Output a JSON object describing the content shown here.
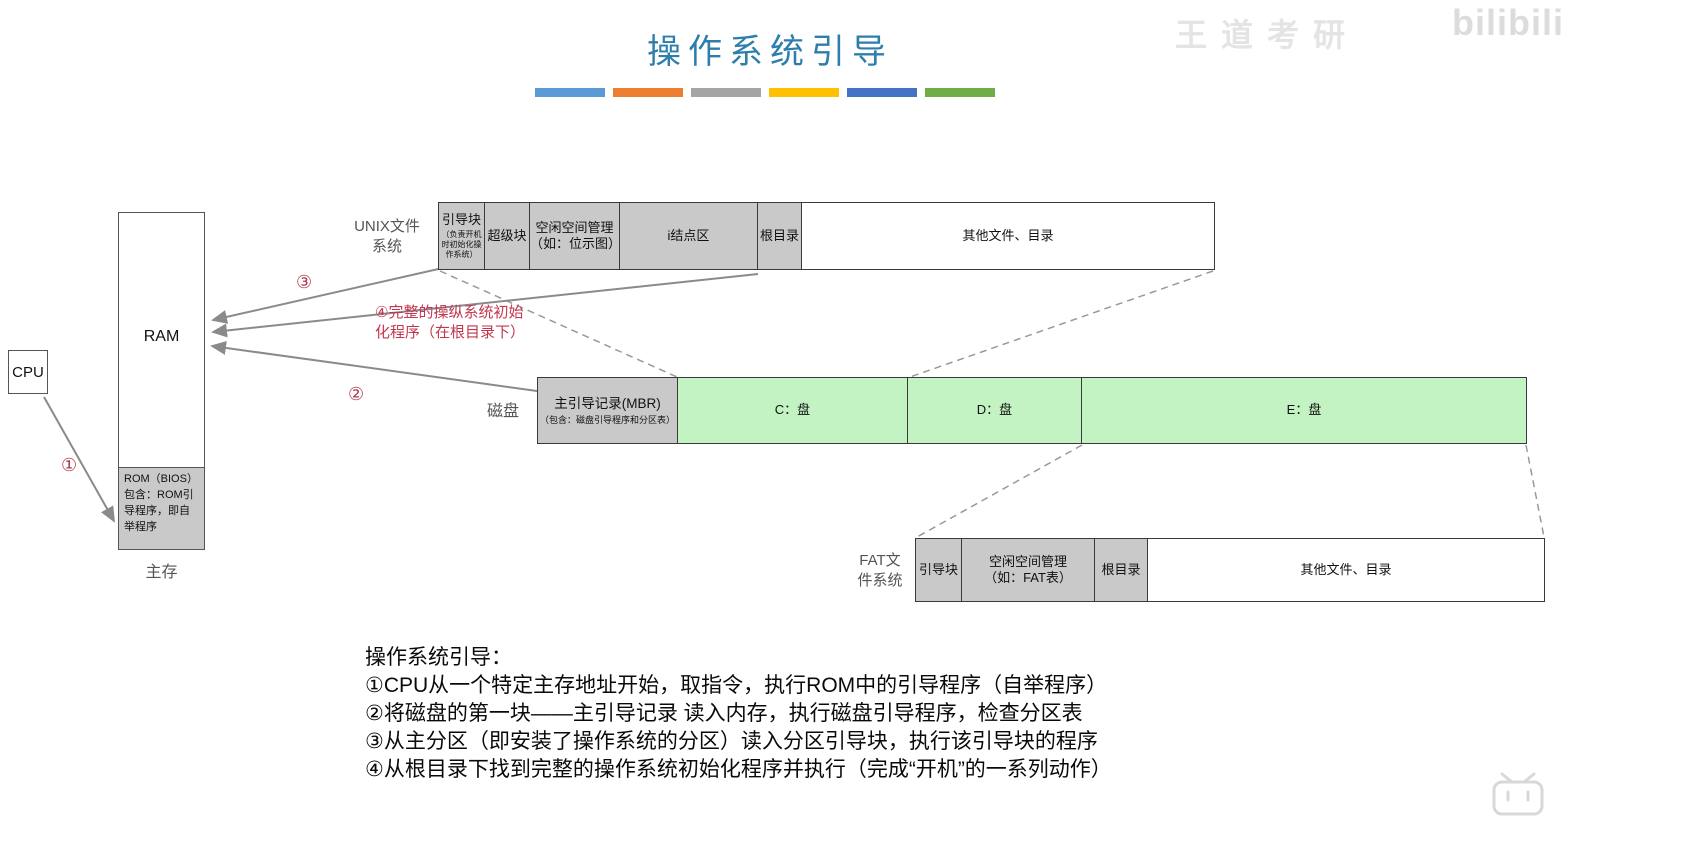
{
  "title": "操作系统引导",
  "divider_colors": [
    "#5B9BD5",
    "#ED7D31",
    "#A5A5A5",
    "#FFC000",
    "#4472C4",
    "#70AD47"
  ],
  "watermark": {
    "faint_text": "王道考研",
    "logo_text": "bilibili"
  },
  "memory": {
    "cpu": "CPU",
    "ram": "RAM",
    "rom": "ROM（BIOS）\n包含：ROM引导程序，即自举程序",
    "caption": "主存"
  },
  "unix": {
    "label": "UNIX文件\n系统",
    "cells": [
      {
        "title": "引导块",
        "sub": "（负责开机时初始化操作系统）"
      },
      {
        "title": "超级块"
      },
      {
        "title": "空闲空间管理\n（如：位示图）"
      },
      {
        "title": "i结点区"
      },
      {
        "title": "根目录"
      },
      {
        "title": "其他文件、目录"
      }
    ]
  },
  "disk": {
    "label": "磁盘",
    "mbr_title": "主引导记录(MBR)",
    "mbr_sub": "（包含：磁盘引导程序和分区表）",
    "partitions": [
      "C：盘",
      "D：盘",
      "E：盘"
    ]
  },
  "fat": {
    "label": "FAT文\n件系统",
    "cells": [
      {
        "title": "引导块"
      },
      {
        "title": "空闲空间管理\n（如：FAT表）"
      },
      {
        "title": "根目录"
      },
      {
        "title": "其他文件、目录"
      }
    ]
  },
  "annotations": {
    "step1": "①",
    "step2": "②",
    "step3": "③",
    "step4_text": "④完整的操纵系统初始\n化程序（在根目录下）"
  },
  "explanation": {
    "heading": "操作系统引导：",
    "lines": [
      "①CPU从一个特定主存地址开始，取指令，执行ROM中的引导程序（自举程序）",
      "②将磁盘的第一块——主引导记录 读入内存，执行磁盘引导程序，检查分区表",
      "③从主分区（即安装了操作系统的分区）读入分区引导块，执行该引导块的程序",
      "④从根目录下找到完整的操作系统初始化程序并执行（完成“开机”的一系列动作）"
    ]
  },
  "colors": {
    "title_blue": "#2E7EAC",
    "cell_gray": "#C9C9C9",
    "partition_green": "#C3F2C3",
    "annotation_red": "#C2374F",
    "arrow_gray": "#8A8A8A"
  }
}
